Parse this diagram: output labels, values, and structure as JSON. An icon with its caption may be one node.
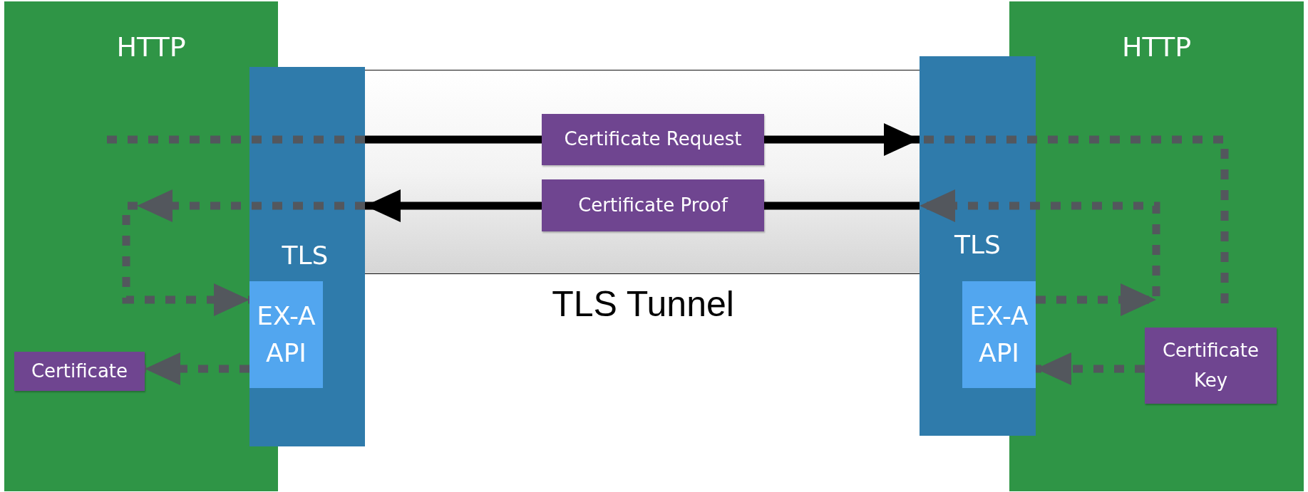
{
  "diagram": {
    "nodes": [
      {
        "text": [
          "HTTP"
        ]
      },
      {
        "text": [
          "TLS"
        ]
      },
      {
        "text": [
          "EX-A API"
        ],
        "in": 1
      },
      {
        "text": [
          "Certificate"
        ],
        "in": 0
      },
      {
        "text": [
          "TLS Tunnel"
        ]
      },
      {
        "text": [
          "Certificate Request"
        ],
        "in": 4
      },
      {
        "text": [
          "Certificate Proof"
        ],
        "in": 4
      },
      {
        "text": [
          "HTTP"
        ]
      },
      {
        "text": [
          "TLS"
        ]
      },
      {
        "text": [
          "EX-A API"
        ],
        "in": 8
      },
      {
        "text": [
          "Certificate Key"
        ],
        "in": 7
      }
    ],
    "edges": [
      {
        "from": null,
        "to": 1,
        "arrow": "none",
        "style": "dashed"
      },
      {
        "from": 1,
        "to": 5,
        "arrow": "none",
        "color": "#000000"
      },
      {
        "from": 5,
        "to": 8,
        "arrow": "to",
        "color": "#000000"
      },
      {
        "from": 8,
        "to": 10,
        "arrow": "none",
        "style": "dashed"
      },
      {
        "from": 9,
        "to": 8,
        "arrow": "to",
        "style": "dashed"
      },
      {
        "from": 8,
        "to": 6,
        "arrow": "none",
        "color": "#000000"
      },
      {
        "from": 6,
        "to": 1,
        "arrow": "to",
        "color": "#000000"
      },
      {
        "from": 1,
        "to": 2,
        "arrow": "to",
        "style": "dashed"
      },
      {
        "from": 2,
        "to": 3,
        "arrow": "to",
        "style": "dashed"
      },
      {
        "from": 10,
        "to": 9,
        "arrow": "to",
        "style": "dashed"
      }
    ]
  }
}
